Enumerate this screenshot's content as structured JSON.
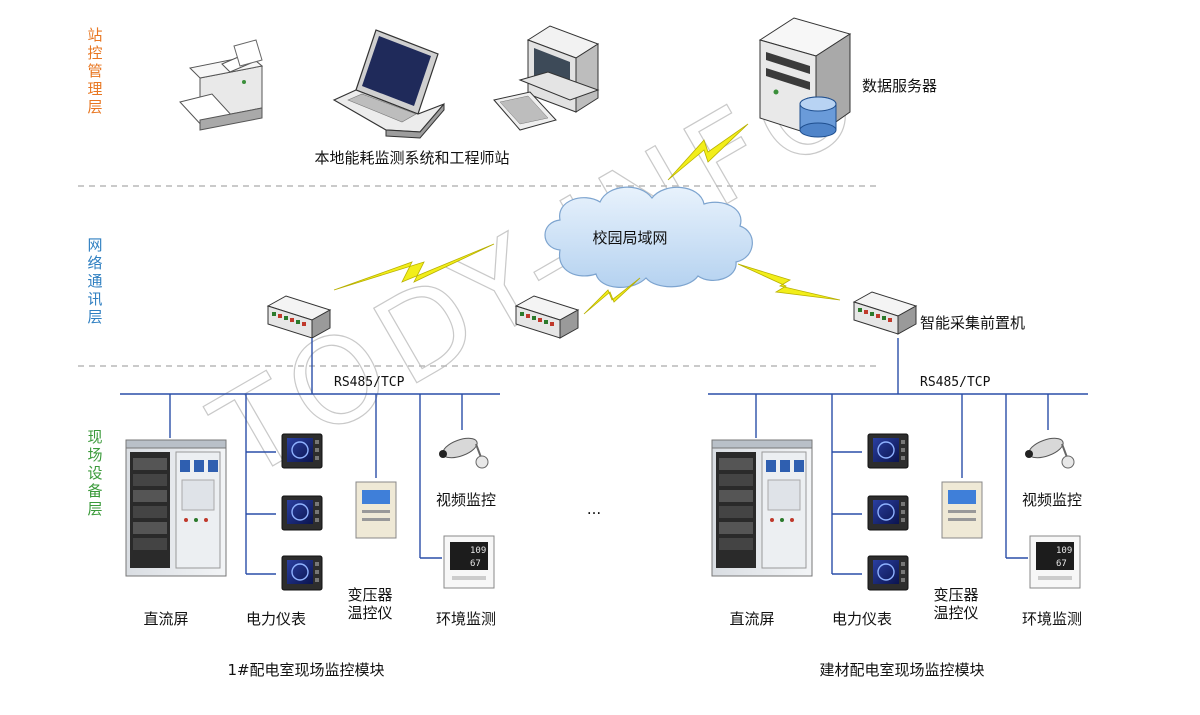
{
  "layers": {
    "station": {
      "chars": [
        "站",
        "控",
        "管",
        "理",
        "层"
      ],
      "color": "#e87722"
    },
    "network": {
      "chars": [
        "网",
        "络",
        "通",
        "讯",
        "层"
      ],
      "color": "#2f7fc1"
    },
    "field": {
      "chars": [
        "现",
        "场",
        "设",
        "备",
        "层"
      ],
      "color": "#3a9a3a"
    }
  },
  "top": {
    "workstation_label": "本地能耗监测系统和工程师站",
    "server_label": "数据服务器"
  },
  "network": {
    "cloud_label": "校园局域网",
    "collector_label": "智能采集前置机"
  },
  "modules": [
    {
      "bus_label": "RS485/TCP",
      "dc_panel": "直流屏",
      "power_meter": "电力仪表",
      "transformer_line1": "变压器",
      "transformer_line2": "温控仪",
      "video": "视频监控",
      "env": "环境监测",
      "title": "1#配电室现场监控模块",
      "env_display1": "109",
      "env_display2": "67"
    },
    {
      "bus_label": "RS485/TCP",
      "dc_panel": "直流屏",
      "power_meter": "电力仪表",
      "transformer_line1": "变压器",
      "transformer_line2": "温控仪",
      "video": "视频监控",
      "env": "环境监测",
      "title": "建材配电室现场监控模块",
      "env_display1": "109",
      "env_display2": "67"
    }
  ],
  "ellipsis": "...",
  "watermark": "TODY-INFO",
  "colors": {
    "bus": "#2a4ea8",
    "divider": "#b8b8b8",
    "lightning": "#f2ee1a",
    "cloud": "#cfe3f7"
  }
}
